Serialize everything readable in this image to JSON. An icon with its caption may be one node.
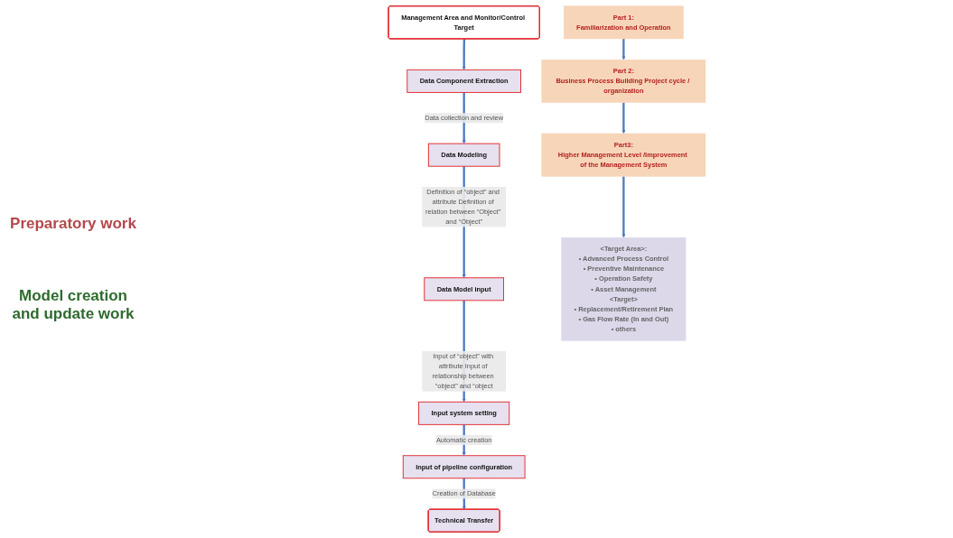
{
  "diagram": {
    "nodes": [
      {
        "text": [
          "Data Component Extraction"
        ]
      },
      {
        "text": [
          "Data Modeling"
        ]
      },
      {
        "text": [
          "Data Model input"
        ]
      },
      {
        "text": [
          "Input system setting"
        ]
      },
      {
        "text": [
          "Input of pipeline configuration"
        ]
      },
      {
        "text": [
          "Technical Transfer"
        ]
      },
      {
        "text": [
          "Part 1:",
          "Familiarization and Operation"
        ]
      },
      {
        "text": [
          "Part 2:",
          "Business Process Building Project cycle / organization"
        ]
      },
      {
        "text": [
          "Part3:",
          "Higher Management Level /Improvement of the Management System"
        ]
      },
      {
        "text": [
          "Management Area and Monitor/Control Target"
        ]
      },
      {
        "text": [
          "<Target Area>:",
          "• Advanced Process Control",
          "• Preventive Maintenance",
          "• Operation Safety",
          "• Asset Management",
          "<Target>",
          "• Replacement/Retirement Plan",
          "• Gas Flow Rate (In and Out)",
          "• others"
        ]
      }
    ],
    "edges": [
      {
        "from": 9,
        "to": 0,
        "arrow": "to"
      },
      {
        "from": 0,
        "to": 1,
        "arrow": "to",
        "label": "Data collection and review"
      },
      {
        "from": 1,
        "to": 2,
        "arrow": "to",
        "label": "Definition of “object” and attribute Definition of relation between “Object” and “Object”"
      },
      {
        "from": 2,
        "to": 3,
        "arrow": "to",
        "label": "Input of “object” with attribute Input of relationship between “object” and “object"
      },
      {
        "from": 3,
        "to": 4,
        "arrow": "to",
        "label": "Automatic creation"
      },
      {
        "from": 4,
        "to": 5,
        "arrow": "to",
        "label": "Creation of Database"
      },
      {
        "from": 6,
        "to": 7,
        "arrow": "to"
      },
      {
        "from": 7,
        "to": 8,
        "arrow": "to"
      },
      {
        "from": 8,
        "to": 10,
        "arrow": "to"
      }
    ],
    "labels": [
      "Preparatory work",
      "Model creation and update work"
    ]
  }
}
